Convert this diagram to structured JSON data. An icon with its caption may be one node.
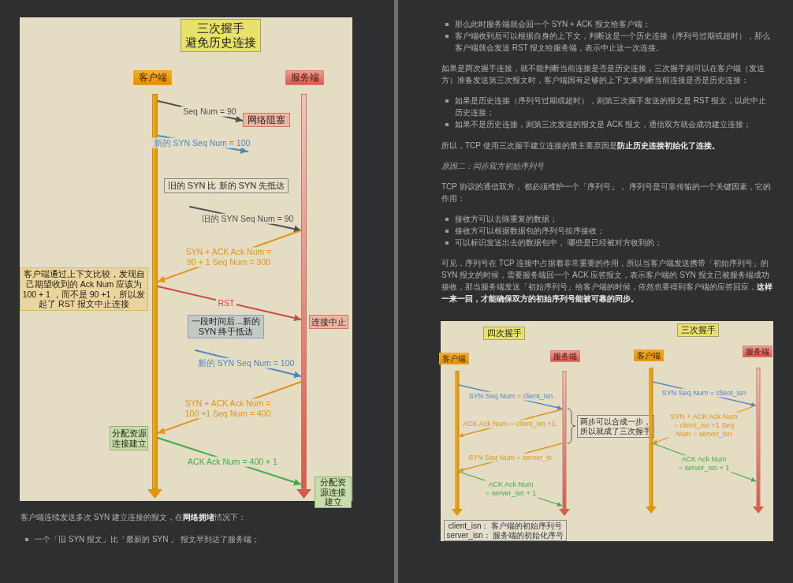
{
  "diagram": {
    "nodes": [
      {
        "text": [
          "三次握手",
          "避免历史连接"
        ]
      },
      {
        "text": [
          "客户端"
        ]
      },
      {
        "text": [
          "服务端"
        ]
      },
      {
        "text": [],
        "shape": "bar"
      },
      {
        "text": [],
        "shape": "bar"
      },
      {
        "text": [
          "网络阻塞"
        ]
      },
      {
        "text": [
          "旧的 SYN 比 新的 SYN 先抵达"
        ]
      },
      {
        "text": [
          "客户端通过上下文比较，发现自己期望收到的 Ack Num 应该为 100 + 1 ，而不是 90 +1，所以发起了 RST 报文中止连接"
        ]
      },
      {
        "text": [
          "连接中止"
        ]
      },
      {
        "text": [
          "一段时间后...新的 SYN 终于抵达"
        ]
      },
      {
        "text": [
          "分配资源连接建立"
        ]
      },
      {
        "text": [
          "分配资源连接建立"
        ]
      },
      {
        "text": [
          "四次握手"
        ]
      },
      {
        "text": [
          "三次握手"
        ]
      },
      {
        "text": [
          "客户端"
        ]
      },
      {
        "text": [
          "服务端"
        ]
      },
      {
        "text": [],
        "shape": "bar"
      },
      {
        "text": [],
        "shape": "bar"
      },
      {
        "text": [
          "两步可以合成一步，所以就成了三次握手"
        ]
      },
      {
        "text": [
          "客户端"
        ]
      },
      {
        "text": [
          "服务端"
        ]
      },
      {
        "text": [],
        "shape": "bar"
      },
      {
        "text": [],
        "shape": "bar"
      },
      {
        "text": [
          "client_isn： 客户端的初始序列号",
          "server_isn： 服务端的初始化序号"
        ]
      }
    ],
    "edges": [
      {
        "from": 3,
        "to": 5,
        "arrow": "to",
        "label": "Seq Num = 90",
        "color": "#505050"
      },
      {
        "from": 3,
        "to": null,
        "arrow": "to",
        "label": "新的 SYN Seq Num = 100",
        "color": "#4f87c2"
      },
      {
        "from": null,
        "to": 4,
        "arrow": "to",
        "label": "旧的 SYN Seq Num = 90",
        "color": "#505050"
      },
      {
        "from": 4,
        "to": 3,
        "arrow": "to",
        "label": "SYN + ACK Ack Num = 90 + 1 Seq Num = 300",
        "color": "#e0951f"
      },
      {
        "from": 3,
        "to": 4,
        "arrow": "to",
        "label": "RST",
        "color": "#cc4a48"
      },
      {
        "from": null,
        "to": 4,
        "arrow": "to",
        "label": "新的 SYN Seq Num = 100",
        "color": "#4f87c2"
      },
      {
        "from": 4,
        "to": 3,
        "arrow": "to",
        "label": "SYN + ACK Ack Num = 100 +1 Seq Num = 400",
        "color": "#e0951f"
      },
      {
        "from": 3,
        "to": 4,
        "arrow": "to",
        "label": "ACK Ack Num = 400 + 1",
        "color": "#3fae4a"
      },
      {
        "from": 16,
        "to": 17,
        "arrow": "to",
        "label": "SYN Seq Num = client_isn",
        "color": "#4f87c2"
      },
      {
        "from": 17,
        "to": 16,
        "arrow": "to",
        "label": "ACK Ack Num = client_isn +1",
        "color": "#e0951f"
      },
      {
        "from": 17,
        "to": 16,
        "arrow": "to",
        "label": "SYN Seq Num = server_is",
        "color": "#e0951f"
      },
      {
        "from": 16,
        "to": 17,
        "arrow": "to",
        "label": "ACK Ack Num = server_isn + 1",
        "color": "#3fae4a"
      },
      {
        "from": 21,
        "to": 22,
        "arrow": "to",
        "label": "SYN Seq Num = client_isn",
        "color": "#4f87c2"
      },
      {
        "from": 22,
        "to": 21,
        "arrow": "to",
        "label": "SYN + ACK Ack Num = client_isn +1 Seq Num = server_isn",
        "color": "#e0951f"
      },
      {
        "from": 21,
        "to": 22,
        "arrow": "to",
        "label": "ACK Ack Num = server_isn + 1",
        "color": "#3fae4a"
      }
    ],
    "labels": [
      "客户端连续发送多次 SYN 建立连接的报文，在**网络拥堵**情况下：",
      "一个「旧 SYN 报文」比「最新的 SYN 」 报文早到达了服务端；",
      "那么此时服务端就会回一个 SYN + ACK 报文给客户端；",
      "客户端收到后可以根据自身的上下文，判断这是一个历史连接（序列号过期或超时），那么客户端就会发送 RST 报文给服务端，表示中止这一次连接。",
      "如果是两次握手连接，就不能判断当前连接是否是历史连接，三次握手则可以在客户端（发送方）准备发送第三次报文时，客户端因有足够的上下文来判断当前连接是否是历史连接：",
      "如果是历史连接（序列号过期或超时），则第三次握手发送的报文是 RST 报文，以此中止历史连接；",
      "如果不是历史连接，则第三次发送的报文是 ACK 报文，通信双方就会成功建立连接；",
      "所以，TCP 使用三次握手建立连接的最主要原因是**防止历史连接初始化了连接。**",
      "原因二：同步双方初始序列号",
      "TCP 协议的通信双方， 都必须维护一个「序列号」， 序列号是可靠传输的一个关键因素，它的作用：",
      "接收方可以去除重复的数据；",
      "接收方可以根据数据包的序列号按序接收；",
      "可以标识发送出去的数据包中， 哪些是已经被对方收到的；",
      "可见，序列号在 TCP 连接中占据着非常重要的作用，所以当客户端发送携带「初始序列号」的 SYN 报文的时候，需要服务端回一个 ACK 应答报文，表示客户端的 SYN 报文已被服务端成功接收，那当服务端发送「初始序列号」给客户端的时候，依然也要得到客户端的应答回应，**这样一来一回，才能确保双方的初始序列号能被可靠的同步。**"
    ]
  }
}
